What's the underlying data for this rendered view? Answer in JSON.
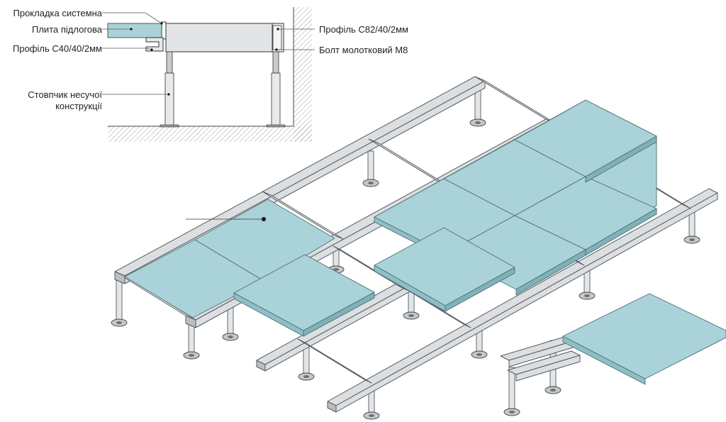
{
  "labels": {
    "system_gasket": "Прокладка системна",
    "floor_tile": "Плита підлогова",
    "profile_c40": "Профіль С40/40/2мм",
    "pedestal_line1": "Стовпчик несучої",
    "pedestal_line2": "конструкції",
    "profile_c82": "Профіль С82/40/2мм",
    "hammer_bolt": "Болт молотковий М8"
  },
  "colors": {
    "tile_top": "#a9d3d8",
    "tile_side": "#8fbfc6",
    "steel": "#dcdfe1",
    "steel_dark": "#9ea4a8",
    "line": "#555a5e",
    "hatch": "#8a8a8a"
  }
}
